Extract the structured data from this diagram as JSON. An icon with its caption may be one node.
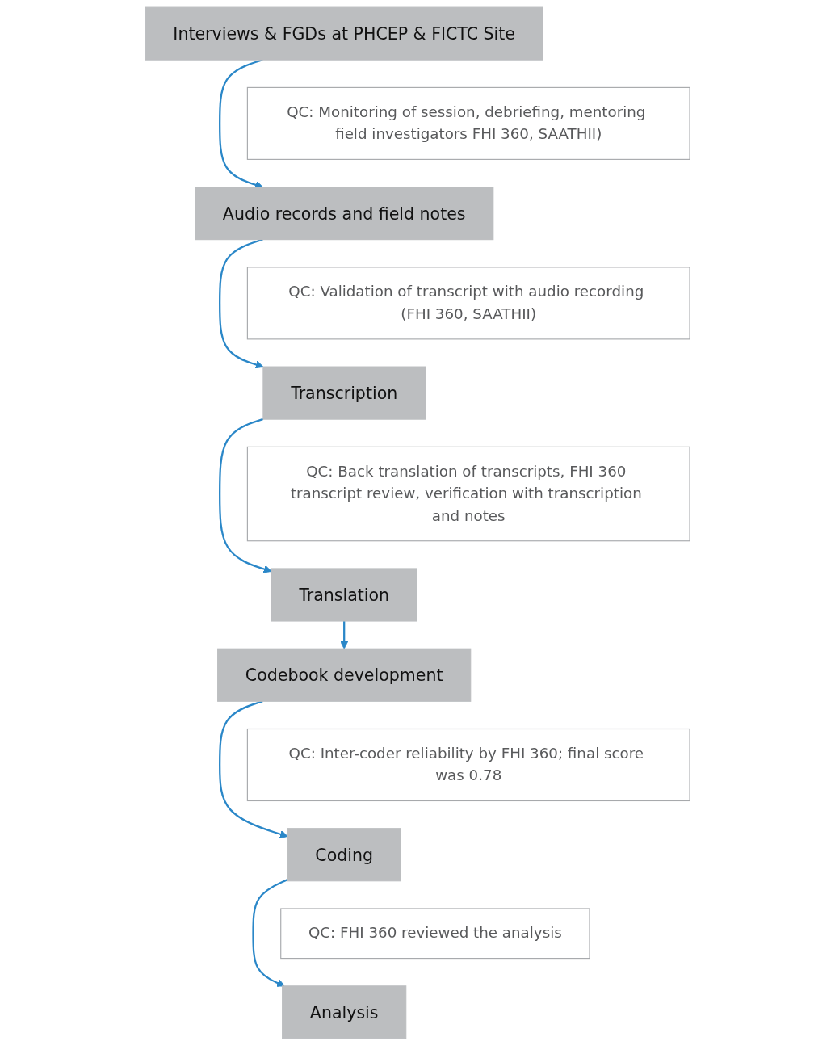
{
  "diagram": {
    "nodes": [
      {
        "text": [
          "Interviews & FGDs at PHCEP & FICTC Site"
        ]
      },
      {
        "text": [
          "QC: Monitoring of session, debriefing, mentoring field investigators FHI 360, SAATHII)"
        ]
      },
      {
        "text": [
          "Audio records and field notes"
        ]
      },
      {
        "text": [
          "QC: Validation of transcript with audio recording (FHI 360, SAATHII)"
        ]
      },
      {
        "text": [
          "Transcription"
        ]
      },
      {
        "text": [
          "QC: Back translation of transcripts, FHI 360 transcript review, verification with transcription and notes"
        ]
      },
      {
        "text": [
          "Translation"
        ]
      },
      {
        "text": [
          "Codebook development"
        ]
      },
      {
        "text": [
          "QC: Inter-coder reliability by FHI 360; final score was 0.78"
        ]
      },
      {
        "text": [
          "Coding"
        ]
      },
      {
        "text": [
          "QC: FHI 360 reviewed the analysis"
        ]
      },
      {
        "text": [
          "Analysis"
        ]
      }
    ],
    "edges": [
      {
        "from": 0,
        "to": 2,
        "arrow": "to"
      },
      {
        "from": 2,
        "to": 4,
        "arrow": "to"
      },
      {
        "from": 4,
        "to": 6,
        "arrow": "to"
      },
      {
        "from": 6,
        "to": 7,
        "arrow": "to"
      },
      {
        "from": 7,
        "to": 9,
        "arrow": "to"
      },
      {
        "from": 9,
        "to": 11,
        "arrow": "to"
      }
    ]
  }
}
